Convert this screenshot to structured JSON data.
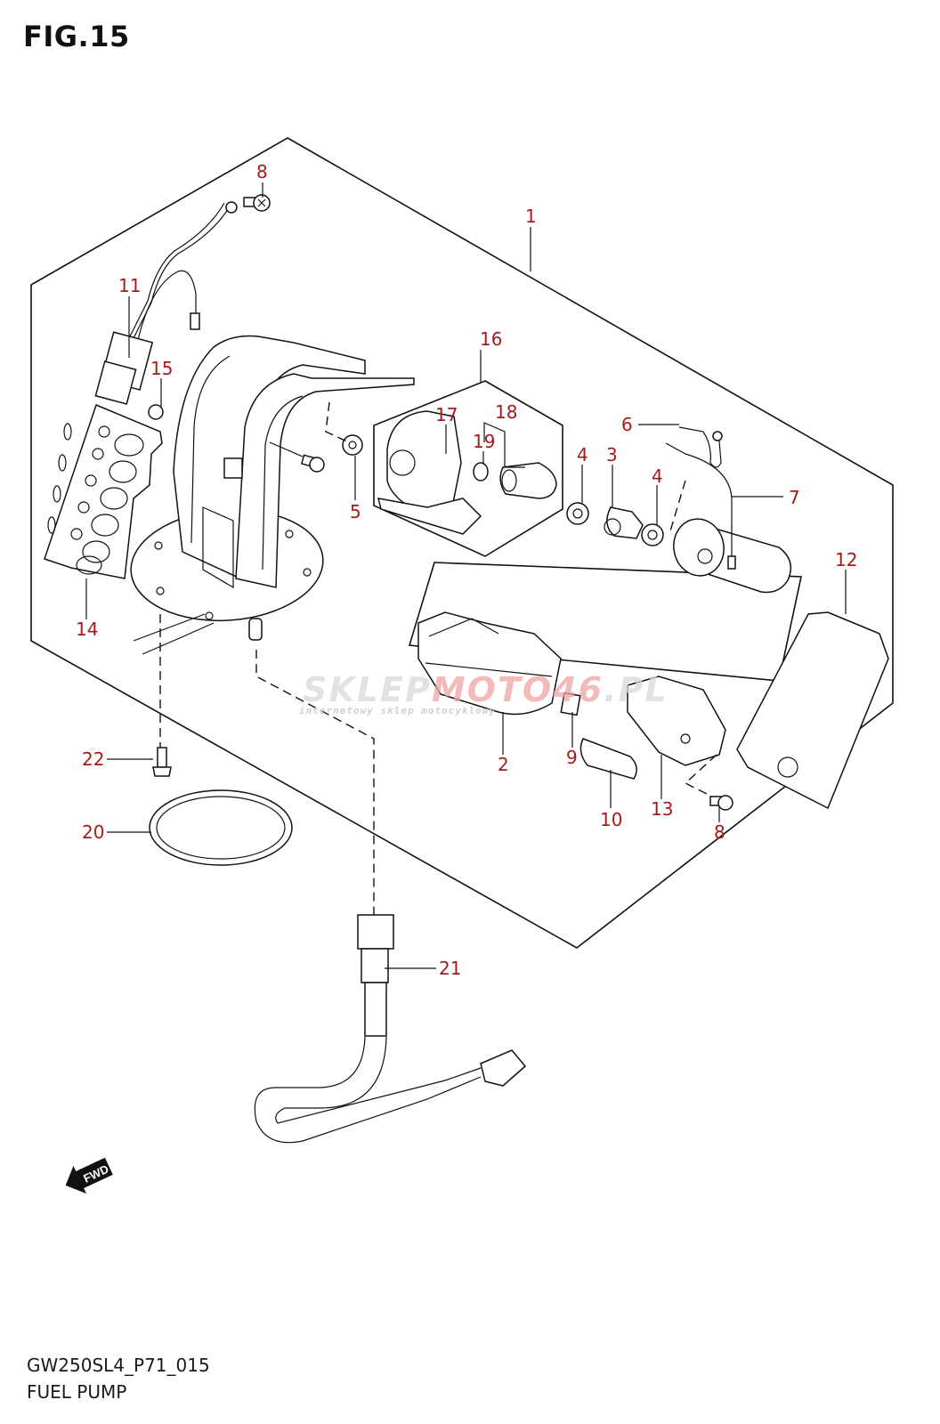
{
  "figure": {
    "title": "FIG.15",
    "code": "GW250SL4_P71_015",
    "caption": "FUEL PUMP"
  },
  "callout_color": "#a51b1b",
  "watermark": {
    "main_left": "SKLEP",
    "main_accent": "MOTO46",
    "main_right": ".PL",
    "sub": "internetowy sklep motocyklowy"
  },
  "direction_marker": {
    "icon": "fwd-arrow-icon",
    "label": "FWD"
  },
  "callouts": [
    {
      "number": "1"
    },
    {
      "number": "2"
    },
    {
      "number": "3"
    },
    {
      "number": "4"
    },
    {
      "number": "4"
    },
    {
      "number": "5"
    },
    {
      "number": "6"
    },
    {
      "number": "7"
    },
    {
      "number": "8"
    },
    {
      "number": "8"
    },
    {
      "number": "9"
    },
    {
      "number": "10"
    },
    {
      "number": "11"
    },
    {
      "number": "12"
    },
    {
      "number": "13"
    },
    {
      "number": "14"
    },
    {
      "number": "15"
    },
    {
      "number": "16"
    },
    {
      "number": "17"
    },
    {
      "number": "18"
    },
    {
      "number": "19"
    },
    {
      "number": "20"
    },
    {
      "number": "21"
    },
    {
      "number": "22"
    }
  ]
}
